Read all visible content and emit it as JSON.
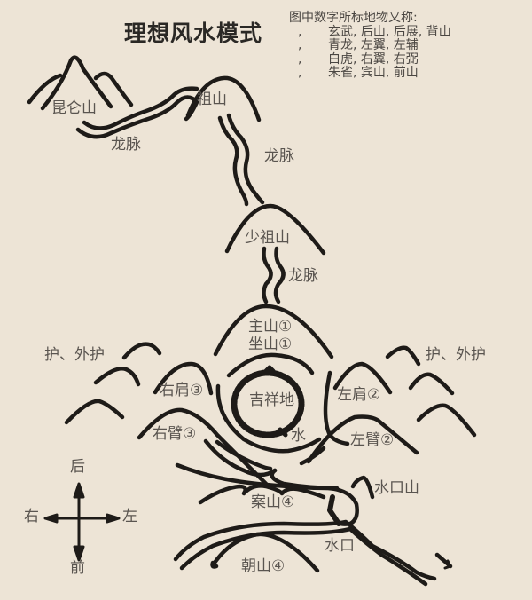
{
  "title": "理想风水模式",
  "legend": {
    "heading": "图中数字所标地物又称:",
    "rows": [
      {
        "num": ",",
        "text": "玄武, 后山, 后展, 背山"
      },
      {
        "num": ",",
        "text": "青龙, 左翼, 左辅"
      },
      {
        "num": ",",
        "text": "白虎, 右翼, 右弼"
      },
      {
        "num": ",",
        "text": "朱雀, 宾山, 前山"
      }
    ]
  },
  "labels": {
    "kunlun": "昆仑山",
    "longmai1": "龙脉",
    "zushan": "祖山",
    "longmai2": "龙脉",
    "shaozushan": "少祖山",
    "longmai3": "龙脉",
    "zhushan": "主山①",
    "zuoshan": "坐山①",
    "hu_left": "护、外护",
    "hu_right": "护、外护",
    "youjian": "右肩③",
    "zuojian": "左肩②",
    "jixiangdi": "吉祥地",
    "shui": "水",
    "youbi": "右臂③",
    "zuobi": "左臂②",
    "anshan": "案山④",
    "shuikoushan": "水口山",
    "shuikou": "水口",
    "chaoshan": "朝山④"
  },
  "compass": {
    "up": "后",
    "down": "前",
    "left": "右",
    "right": "左"
  },
  "colors": {
    "background": "#ede4d6",
    "ink": "#1e1b18",
    "label": "#5a5550"
  }
}
